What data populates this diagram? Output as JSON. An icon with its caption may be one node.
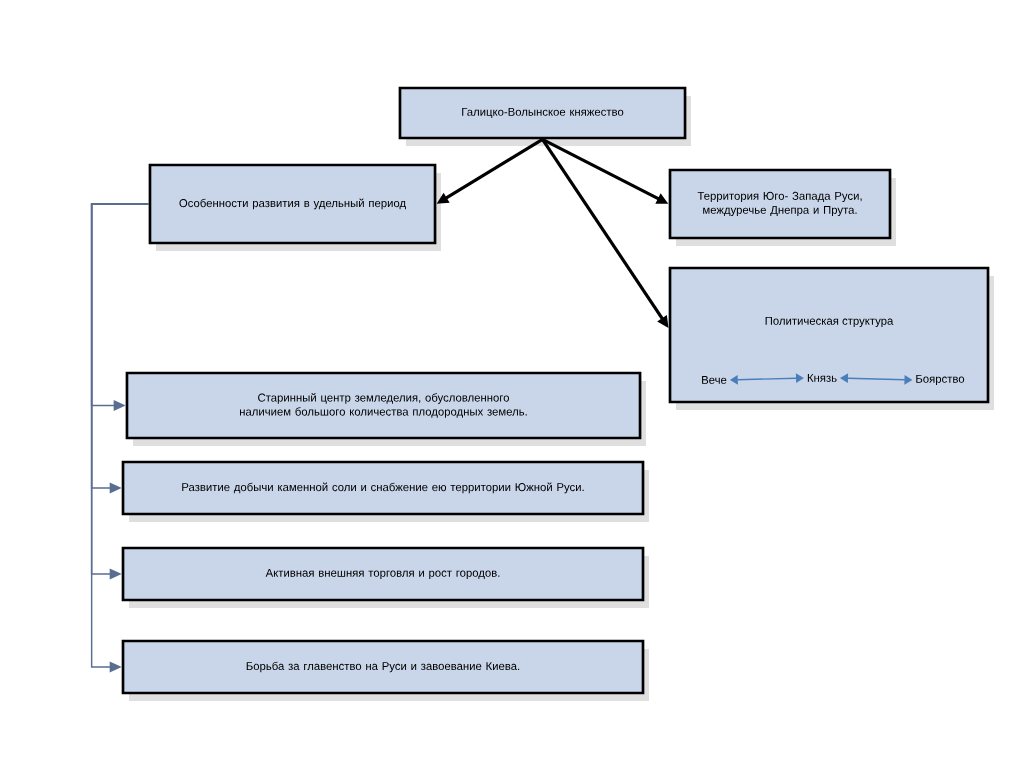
{
  "diagram": {
    "nodes": [
      {
        "text": [
          "Галицко-Волынское княжество"
        ]
      },
      {
        "text": [
          "Особенности развития в удельный период"
        ]
      },
      {
        "text": [
          "Территория Юго- Запада Руси, междуречье Днепра и Прута."
        ]
      },
      {
        "text": [
          "Политическая структура"
        ]
      },
      {
        "text": [
          "Вече"
        ],
        "in": 3
      },
      {
        "text": [
          "Князь"
        ],
        "in": 3
      },
      {
        "text": [
          "Боярство"
        ],
        "in": 3
      },
      {
        "text": [
          "Старинный центр земледелия, обусловленного наличием большого количества плодородных земель."
        ]
      },
      {
        "text": [
          "Развитие добычи каменной соли и снабжение ею территории Южной Руси."
        ]
      },
      {
        "text": [
          "Активная внешняя торговля и рост городов."
        ]
      },
      {
        "text": [
          "Борьба за главенство на Руси и завоевание Киева."
        ]
      }
    ],
    "edges": [
      {
        "from": 0,
        "to": 1,
        "arrow": "to",
        "style": "thick",
        "color": "#000000"
      },
      {
        "from": 0,
        "to": 2,
        "arrow": "to",
        "style": "thick",
        "color": "#000000"
      },
      {
        "from": 0,
        "to": 3,
        "arrow": "to",
        "style": "thick",
        "color": "#000000"
      },
      {
        "from": 4,
        "to": 5,
        "arrow": "both",
        "color": "#4a7ebb"
      },
      {
        "from": 5,
        "to": 6,
        "arrow": "both",
        "color": "#4a7ebb"
      },
      {
        "from": 1,
        "to": 7,
        "arrow": "to"
      },
      {
        "from": 1,
        "to": 8,
        "arrow": "to"
      },
      {
        "from": 1,
        "to": 9,
        "arrow": "to"
      },
      {
        "from": 1,
        "to": 10,
        "arrow": "to"
      }
    ]
  }
}
